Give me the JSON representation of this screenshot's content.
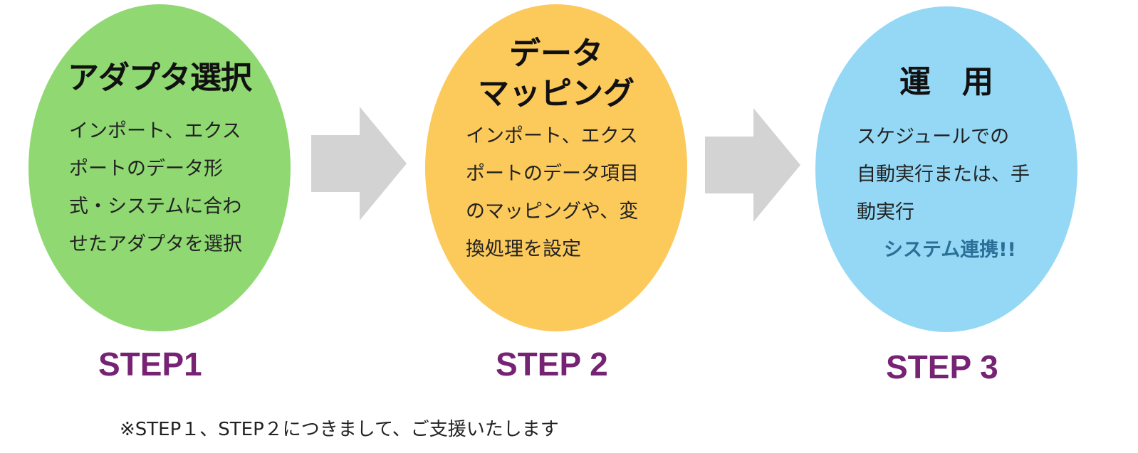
{
  "steps": [
    {
      "title": "アダプタ選択",
      "body": [
        "インポート、エクス",
        "ポートのデータ形",
        "式・システムに合わ",
        "せたアダプタを選択"
      ],
      "label": "STEP1",
      "color": "#8fd872"
    },
    {
      "title_lines": [
        "データ",
        "マッピング"
      ],
      "body": [
        "インポート、エクス",
        "ポートのデータ項目",
        "のマッピングや、変",
        "換処理を設定"
      ],
      "label": "STEP 2",
      "color": "#fcc95b"
    },
    {
      "title": "運　用",
      "body": [
        "スケジュールでの",
        "自動実行または、手",
        "動実行"
      ],
      "highlight": "システム連携!!",
      "label": "STEP 3",
      "color": "#95d8f5"
    }
  ],
  "arrow_color": "#d3d3d3",
  "step_label_color": "#772373",
  "footnote": "※STEP１、STEP２につきまして、ご支援いたします"
}
